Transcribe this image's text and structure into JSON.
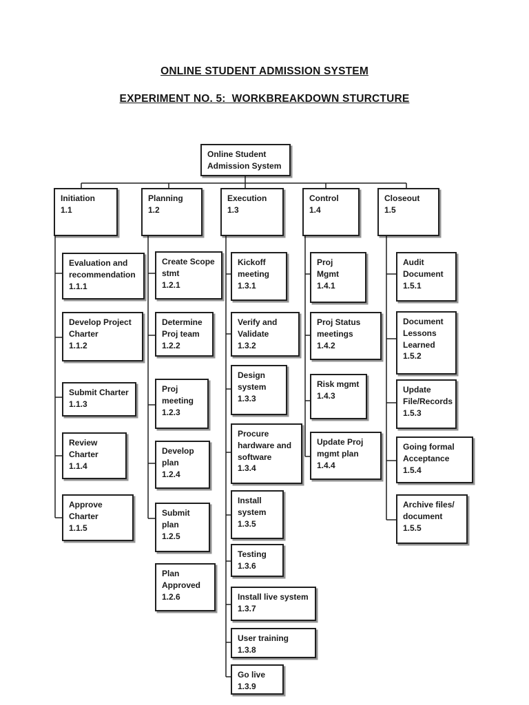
{
  "header": {
    "title_line1": "ONLINE STUDENT ADMISSION SYSTEM",
    "title_line2": "EXPERIMENT NO. 5:  WORKBREAKDOWN STURCTURE"
  },
  "wbs": {
    "root": {
      "name": "Online Student\nAdmission System"
    },
    "branches": [
      {
        "name": "Initiation",
        "code": "1.1",
        "children": [
          {
            "name": "Evaluation and\nrecommendation",
            "code": "1.1.1"
          },
          {
            "name": "Develop Project\nCharter",
            "code": "1.1.2"
          },
          {
            "name": "Submit Charter",
            "code": "1.1.3"
          },
          {
            "name": "Review\nCharter",
            "code": "1.1.4"
          },
          {
            "name": "Approve\nCharter",
            "code": "1.1.5"
          }
        ]
      },
      {
        "name": "Planning",
        "code": "1.2",
        "children": [
          {
            "name": "Create Scope\nstmt",
            "code": "1.2.1"
          },
          {
            "name": "Determine\nProj team",
            "code": "1.2.2"
          },
          {
            "name": "Proj\nmeeting",
            "code": "1.2.3"
          },
          {
            "name": "Develop\nplan",
            "code": "1.2.4"
          },
          {
            "name": "Submit\nplan",
            "code": "1.2.5"
          },
          {
            "name": "Plan\nApproved",
            "code": "1.2.6"
          }
        ]
      },
      {
        "name": "Execution",
        "code": "1.3",
        "children": [
          {
            "name": "Kickoff\nmeeting",
            "code": "1.3.1"
          },
          {
            "name": "Verify and\nValidate",
            "code": "1.3.2"
          },
          {
            "name": "Design\nsystem",
            "code": "1.3.3"
          },
          {
            "name": "Procure\nhardware and\nsoftware",
            "code": "1.3.4"
          },
          {
            "name": "Install\nsystem",
            "code": "1.3.5"
          },
          {
            "name": "Testing",
            "code": "1.3.6"
          },
          {
            "name": "Install live system",
            "code": "1.3.7"
          },
          {
            "name": "User training",
            "code": "1.3.8"
          },
          {
            "name": "Go live",
            "code": "1.3.9"
          }
        ]
      },
      {
        "name": "Control",
        "code": "1.4",
        "children": [
          {
            "name": "Proj\nMgmt",
            "code": "1.4.1"
          },
          {
            "name": "Proj Status\nmeetings",
            "code": "1.4.2"
          },
          {
            "name": "Risk mgmt",
            "code": "1.4.3"
          },
          {
            "name": "Update Proj\nmgmt plan",
            "code": "1.4.4"
          }
        ]
      },
      {
        "name": "Closeout",
        "code": "1.5",
        "children": [
          {
            "name": "Audit\nDocument",
            "code": "1.5.1"
          },
          {
            "name": "Document\nLessons\nLearned",
            "code": "1.5.2"
          },
          {
            "name": "Update\nFile/Records",
            "code": "1.5.3"
          },
          {
            "name": "Going formal\nAcceptance",
            "code": "1.5.4"
          },
          {
            "name": "Archive files/\ndocument",
            "code": "1.5.5"
          }
        ]
      }
    ]
  },
  "colors": {
    "page_bg": "#ffffff",
    "ink": "#1f1f1f",
    "box_shadow_gray": "#8c8c8c"
  }
}
